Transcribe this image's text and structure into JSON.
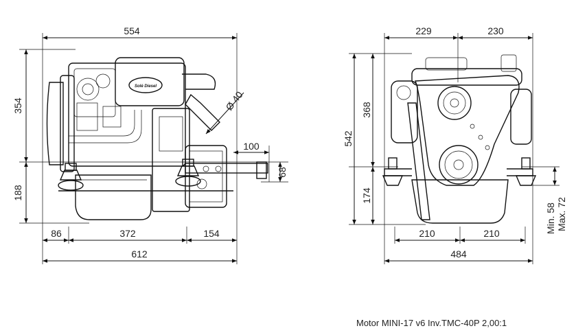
{
  "caption": "Motor MINI-17 v6 Inv.TMC-40P 2,00:1",
  "logo_text": "Solé Diesel",
  "side_view": {
    "overall_width": "554",
    "height_upper": "354",
    "height_lower": "188",
    "seg_left": "86",
    "seg_mid": "372",
    "seg_right": "154",
    "overall_length": "612",
    "shaft_offset": "100",
    "shaft_height": "68",
    "exhaust_diameter": "Ø 40"
  },
  "front_view": {
    "top_left": "229",
    "top_right": "230",
    "total_height": "542",
    "height_upper": "368",
    "height_lower": "174",
    "bottom_left": "210",
    "bottom_right": "210",
    "overall_width": "484",
    "min_clearance": "Min. 58",
    "max_clearance": "Max. 72"
  }
}
